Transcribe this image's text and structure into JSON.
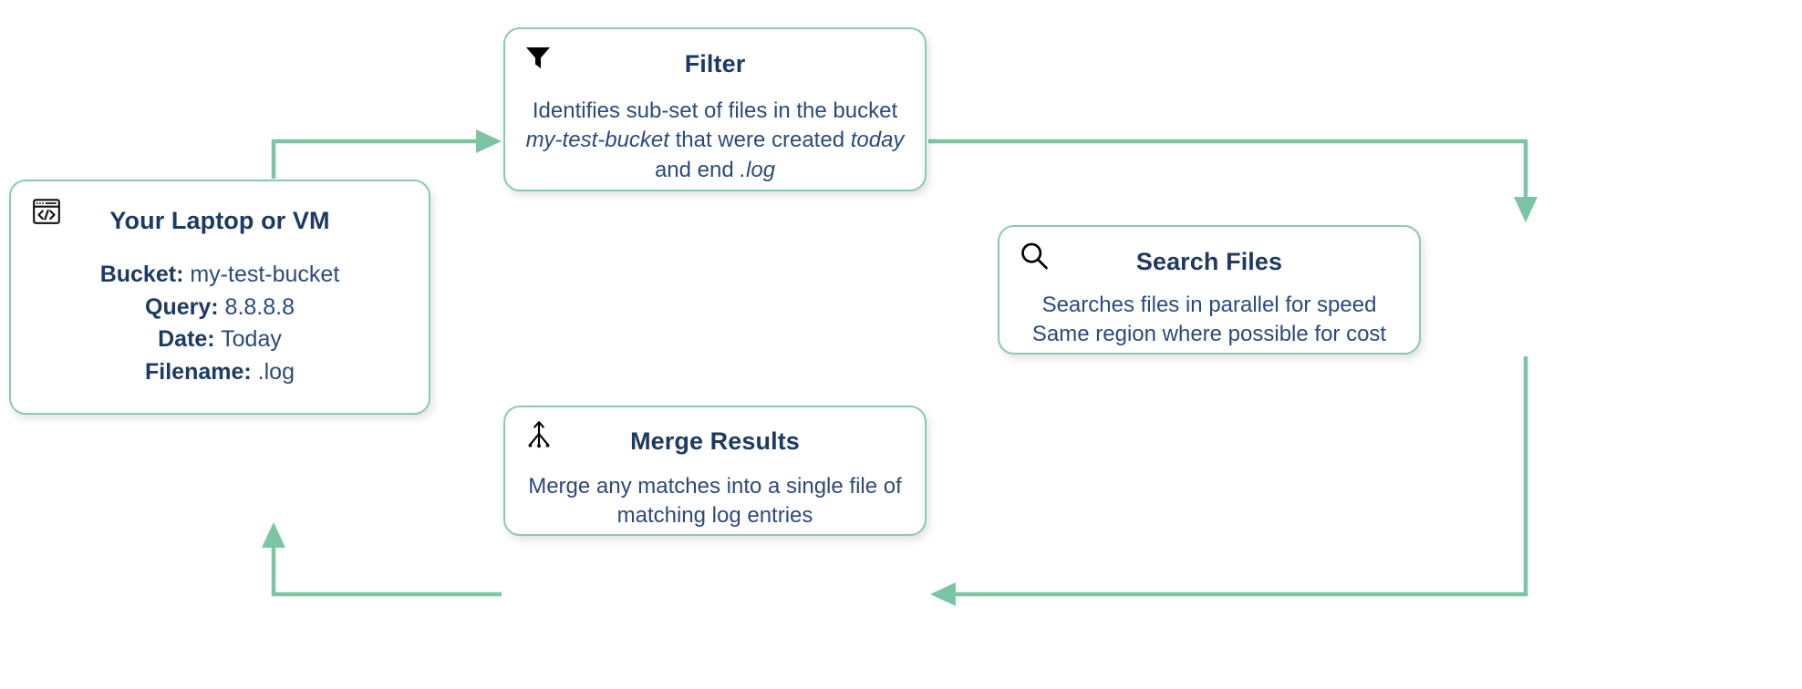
{
  "theme": {
    "connector_color": "#7bc4a4",
    "card_border_color": "#8cc9ab",
    "title_color": "#1c3a63",
    "body_color": "#2b4a7b",
    "background": "#ffffff"
  },
  "nodes": {
    "laptop": {
      "icon": "code-window-icon",
      "title": "Your Laptop or VM",
      "fields": [
        {
          "label": "Bucket:",
          "value": "my-test-bucket"
        },
        {
          "label": "Query:",
          "value": "8.8.8.8"
        },
        {
          "label": "Date:",
          "value": "Today"
        },
        {
          "label": "Filename:",
          "value": ".log"
        }
      ]
    },
    "filter": {
      "icon": "funnel-icon",
      "title": "Filter",
      "lines": [
        {
          "pre": "Identifies sub-set of files in the bucket",
          "em": "",
          "post": ""
        },
        {
          "pre": "",
          "em": "my-test-bucket",
          "post": " that were created ",
          "em2": "today"
        },
        {
          "pre": "and end ",
          "em": ".log",
          "post": ""
        }
      ]
    },
    "search": {
      "icon": "search-icon",
      "title": "Search Files",
      "lines": [
        "Searches files in parallel for speed",
        "Same region where possible for cost"
      ]
    },
    "merge": {
      "icon": "git-merge-icon",
      "title": "Merge Results",
      "lines": [
        "Merge any matches into a single file of",
        "matching log entries"
      ]
    }
  },
  "edges": [
    {
      "name": "laptop-to-filter",
      "from": "laptop",
      "to": "filter"
    },
    {
      "name": "filter-to-search",
      "from": "filter",
      "to": "search"
    },
    {
      "name": "search-to-merge",
      "from": "search",
      "to": "merge"
    },
    {
      "name": "merge-to-laptop",
      "from": "merge",
      "to": "laptop"
    }
  ]
}
